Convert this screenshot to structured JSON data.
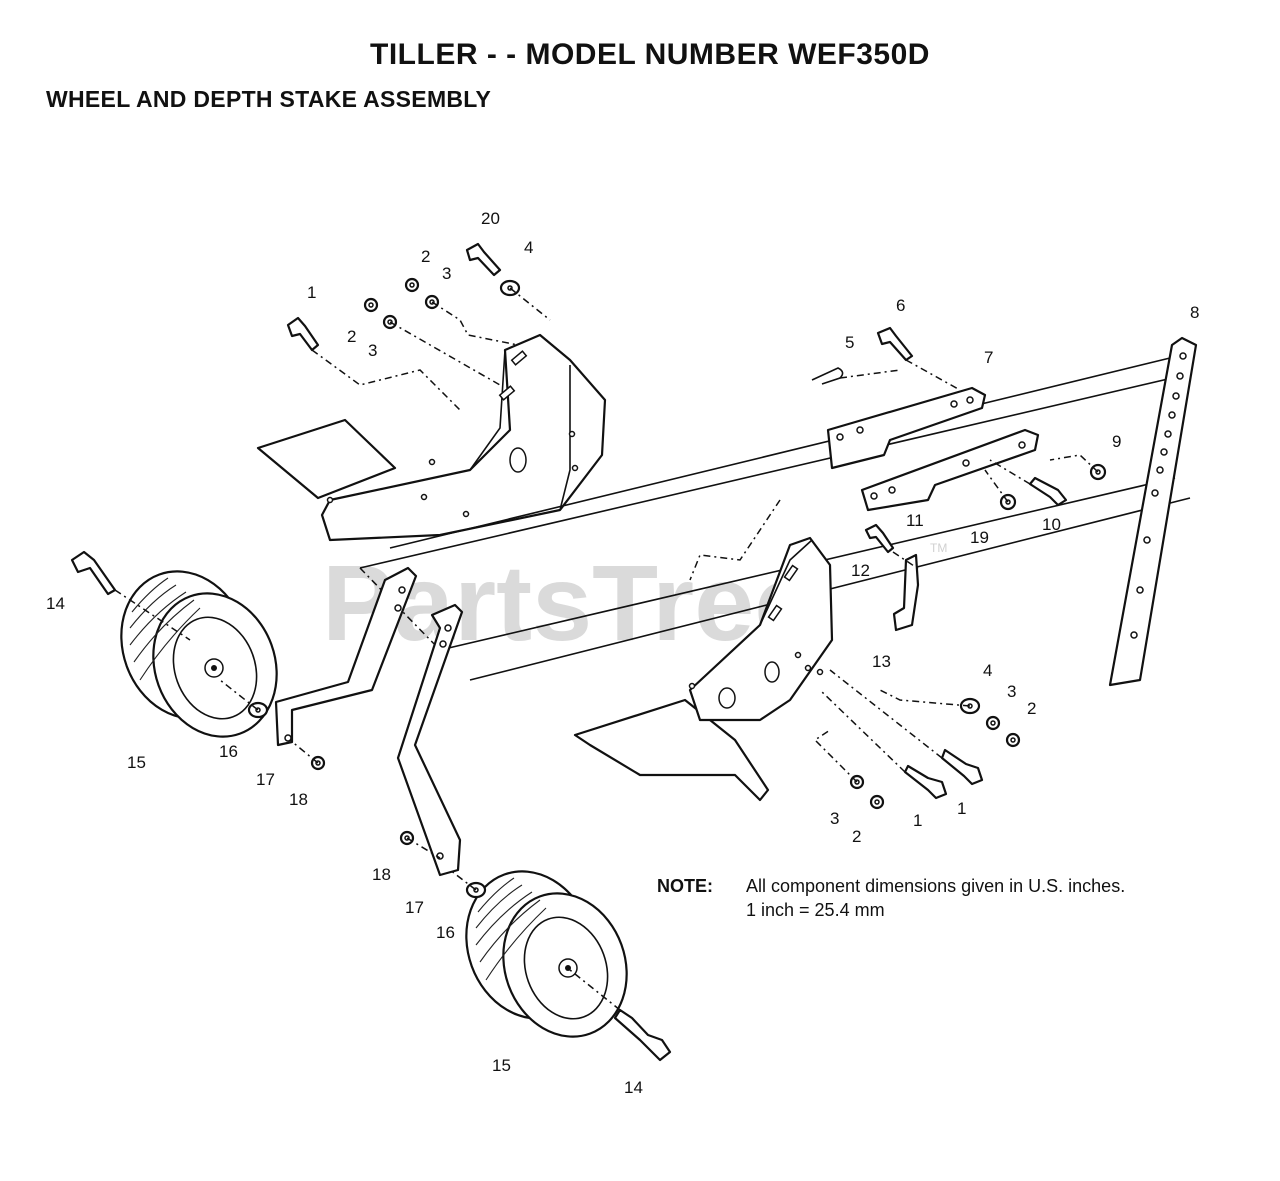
{
  "title": "TILLER - - MODEL NUMBER WEF350D",
  "subtitle": "WHEEL AND DEPTH STAKE ASSEMBLY",
  "watermark": "PartsTree",
  "watermark_tm": "TM",
  "note": {
    "label": "NOTE:",
    "line1": "All component dimensions given in U.S. inches.",
    "line2": "1 inch = 25.4 mm"
  },
  "callouts": {
    "c1a": "1",
    "c2a": "2",
    "c3a": "3",
    "c2b": "2",
    "c3b": "3",
    "c20": "20",
    "c4a": "4",
    "c5": "5",
    "c6": "6",
    "c7": "7",
    "c8": "8",
    "c9": "9",
    "c10": "10",
    "c11": "11",
    "c19": "19",
    "c12": "12",
    "c13": "13",
    "c14a": "14",
    "c15a": "15",
    "c16a": "16",
    "c17a": "17",
    "c18a": "18",
    "c4b": "4",
    "c3c": "3",
    "c2c": "2",
    "c3d": "3",
    "c2d": "2",
    "c1b": "1",
    "c1c": "1",
    "c18b": "18",
    "c17b": "17",
    "c16b": "16",
    "c15b": "15",
    "c14b": "14"
  }
}
